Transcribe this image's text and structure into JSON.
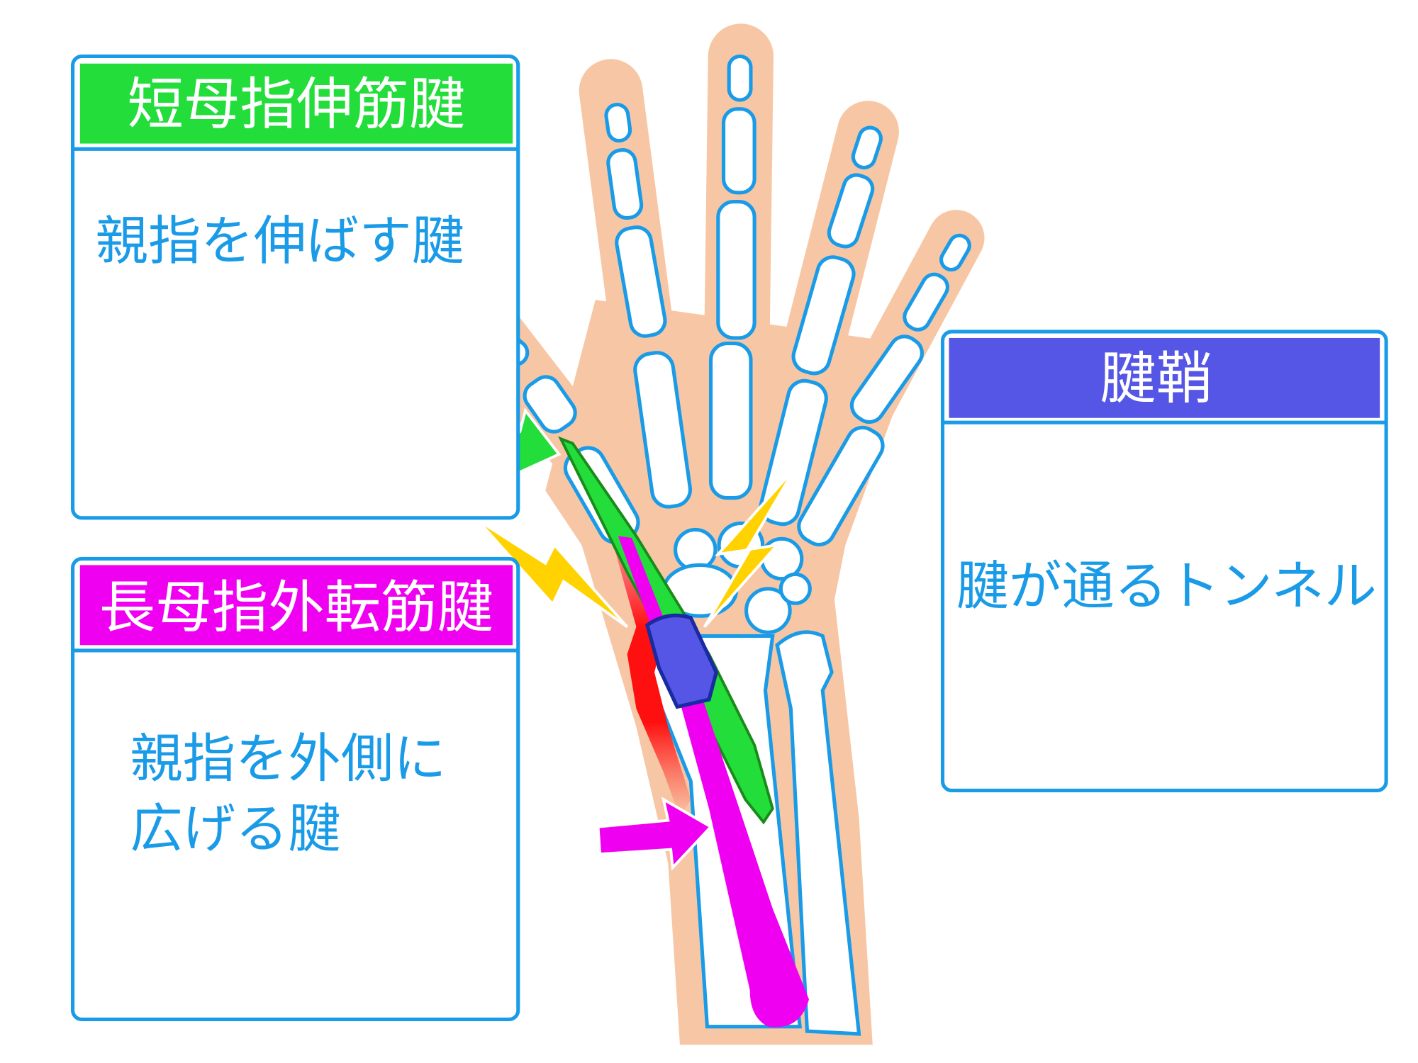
{
  "boxes": {
    "epb": {
      "title": "短母指伸筋腱",
      "description": "親指を伸ばす腱",
      "color": "#22dd3a"
    },
    "apl": {
      "title": "長母指外転筋腱",
      "description_line1": "親指を外側に",
      "description_line2": "広げる腱",
      "color": "#f000f0"
    },
    "sheath": {
      "title": "腱鞘",
      "description": "腱が通るトンネル",
      "color": "#5555e6"
    }
  },
  "colors": {
    "outline": "#1a9be8",
    "skin": "#f7c7a5",
    "pain": "#ffd200"
  }
}
